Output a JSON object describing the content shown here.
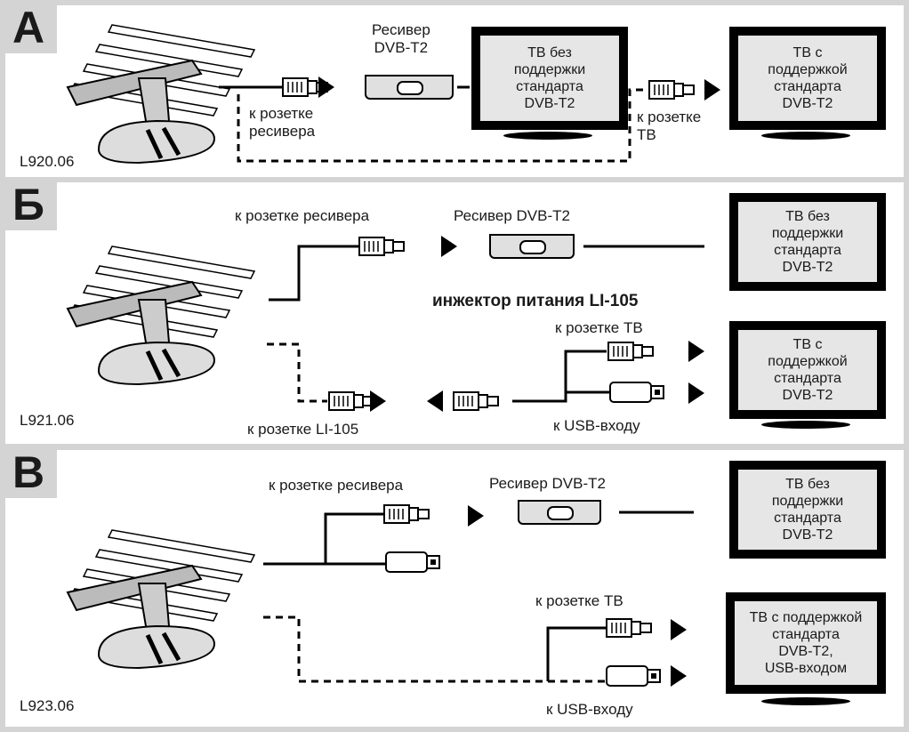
{
  "panels": [
    {
      "letter": "А",
      "code": "L920.06",
      "receiver_label": "Ресивер\nDVB-T2",
      "to_receiver": "к розетке\nресивера",
      "to_tv": "к розетке\nТВ",
      "tv1": "ТВ без\nподдержки\nстандарта\nDVB-T2",
      "tv2": "ТВ с\nподдержкой\nстандарта\nDVB-T2"
    },
    {
      "letter": "Б",
      "code": "L921.06",
      "to_receiver": "к розетке ресивера",
      "receiver_label": "Ресивер DVB-T2",
      "injector": "инжектор питания LI-105",
      "to_tv": "к розетке ТВ",
      "to_usb": "к USB-входу",
      "to_li105": "к розетке LI-105",
      "tv1": "ТВ без\nподдержки\nстандарта\nDVB-T2",
      "tv2": "ТВ с\nподдержкой\nстандарта\nDVB-T2"
    },
    {
      "letter": "В",
      "code": "L923.06",
      "to_receiver": "к розетке ресивера",
      "receiver_label": "Ресивер DVB-T2",
      "to_tv": "к розетке ТВ",
      "to_usb": "к USB-входу",
      "tv1": "ТВ без\nподдержки\nстандарта\nDVB-T2",
      "tv2": "ТВ с поддержкой\nстандарта\nDVB-T2,\nUSB-входом"
    }
  ],
  "colors": {
    "background": "#d4d4d4",
    "panel": "#ffffff",
    "screen": "#e6e6e6",
    "ink": "#000000"
  },
  "icons": [
    "antenna-icon",
    "coax-plug-icon",
    "usb-plug-icon",
    "arrow-right-icon",
    "arrow-left-icon",
    "receiver-icon",
    "tv-icon"
  ]
}
